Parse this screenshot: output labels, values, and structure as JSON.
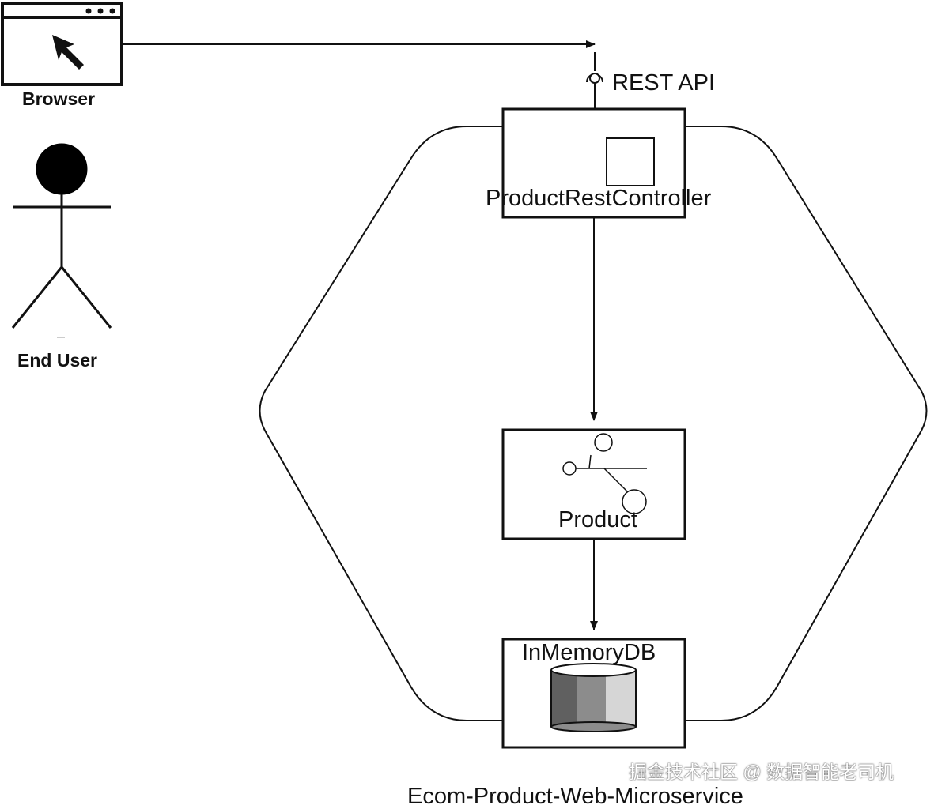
{
  "browser": {
    "label": "Browser"
  },
  "actor": {
    "label": "End User"
  },
  "interface": {
    "label": "REST API"
  },
  "components": {
    "controller": {
      "label": "ProductRestController"
    },
    "product": {
      "label": "Product"
    },
    "database": {
      "label": "InMemoryDB"
    }
  },
  "boundary": {
    "label": "Ecom-Product-Web-Microservice"
  },
  "watermark": {
    "text": "掘金技术社区 @ 数据智能老司机"
  },
  "colors": {
    "stroke": "#111111",
    "background": "#ffffff",
    "db_dark": "#606060",
    "db_mid": "#8c8c8c",
    "db_light": "#d6d6d6"
  }
}
